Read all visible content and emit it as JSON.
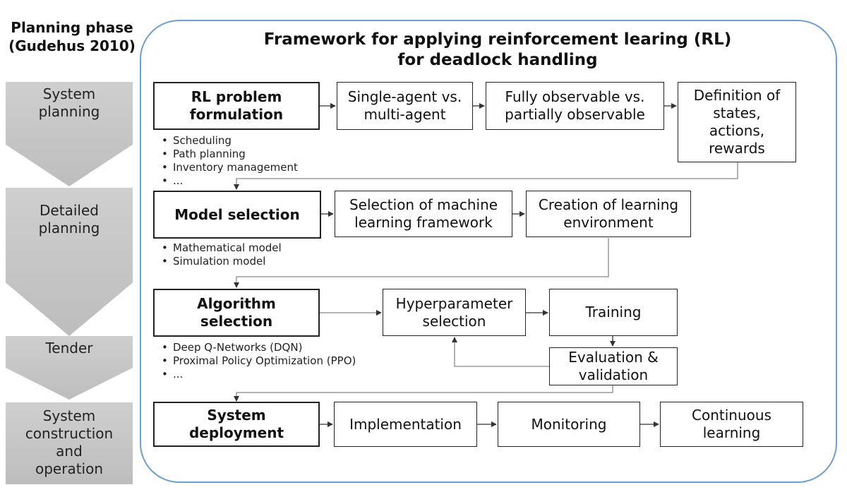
{
  "phase_header": [
    "Planning phase",
    "(Gudehus 2010)"
  ],
  "phases": [
    {
      "id": "system-planning",
      "lines": [
        "System",
        "planning"
      ]
    },
    {
      "id": "detailed-planning",
      "lines": [
        "Detailed",
        "planning"
      ]
    },
    {
      "id": "tender",
      "lines": [
        "Tender"
      ]
    },
    {
      "id": "system-construction",
      "lines": [
        "System",
        "construction",
        "and",
        "operation"
      ]
    }
  ],
  "frame_title": [
    "Framework for applying reinforcement learing (RL)",
    "for deadlock handling"
  ],
  "rows": {
    "rl": {
      "main": [
        "RL problem",
        "formulation"
      ],
      "steps": [
        [
          "Single-agent vs.",
          "multi-agent"
        ],
        [
          "Fully observable vs.",
          "partially observable"
        ],
        [
          "Definition of",
          "states,",
          "actions,",
          "rewards"
        ]
      ],
      "bullets": [
        "Scheduling",
        "Path planning",
        "Inventory management",
        "..."
      ]
    },
    "model": {
      "main": [
        "Model selection"
      ],
      "steps": [
        [
          "Selection of machine",
          "learning framework"
        ],
        [
          "Creation of learning",
          "environment"
        ]
      ],
      "bullets": [
        "Mathematical model",
        "Simulation model"
      ]
    },
    "algorithm": {
      "main": [
        "Algorithm",
        "selection"
      ],
      "steps": [
        [
          "Hyperparameter",
          "selection"
        ],
        [
          "Training"
        ],
        [
          "Evaluation &",
          "validation"
        ]
      ],
      "bullets": [
        "Deep Q-Networks (DQN)",
        "Proximal Policy Optimization (PPO)",
        "..."
      ]
    },
    "deployment": {
      "main": [
        "System",
        "deployment"
      ],
      "steps": [
        [
          "Implementation"
        ],
        [
          "Monitoring"
        ],
        [
          "Continuous",
          "learning"
        ]
      ]
    }
  },
  "colors": {
    "frame": "#6f9fce",
    "phase": "#c4c4c4",
    "connector": "#888888"
  }
}
